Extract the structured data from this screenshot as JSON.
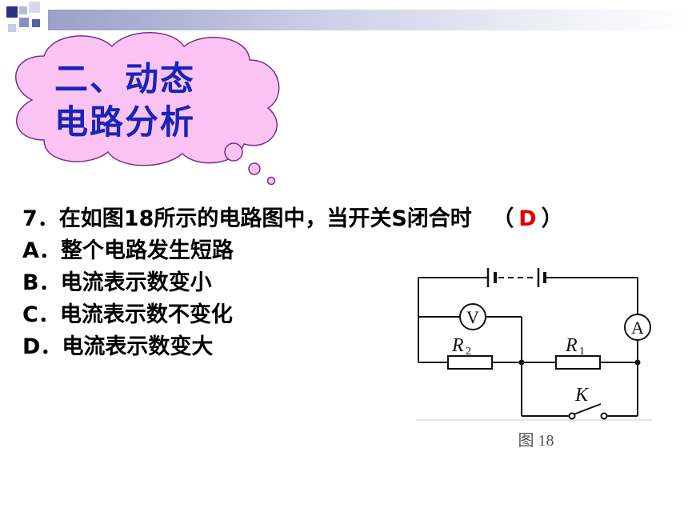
{
  "slide": {
    "heading_line1": "二、动态",
    "heading_line2": "电路分析"
  },
  "question": {
    "stem_prefix": "7．在如图18所示的电路图中，当开关S闭合时",
    "paren_open": "（",
    "answer": "D",
    "paren_close": "）",
    "options": [
      "A．整个电路发生短路",
      "B．电流表示数变小",
      "C．电流表示数不变化",
      "D．电流表示数变大"
    ]
  },
  "figure": {
    "voltmeter_label": "V",
    "ammeter_label": "A",
    "r2_label": "R",
    "r2_sub": "2",
    "r1_label": "R",
    "r1_sub": "1",
    "switch_label": "K",
    "caption": "图 18"
  },
  "colors": {
    "heading": "#1a24b8",
    "cloud_fill": "#fbc3f3",
    "answer": "#e00000",
    "topbar": "#9aa0c8",
    "squares": "#2b2f8a"
  }
}
